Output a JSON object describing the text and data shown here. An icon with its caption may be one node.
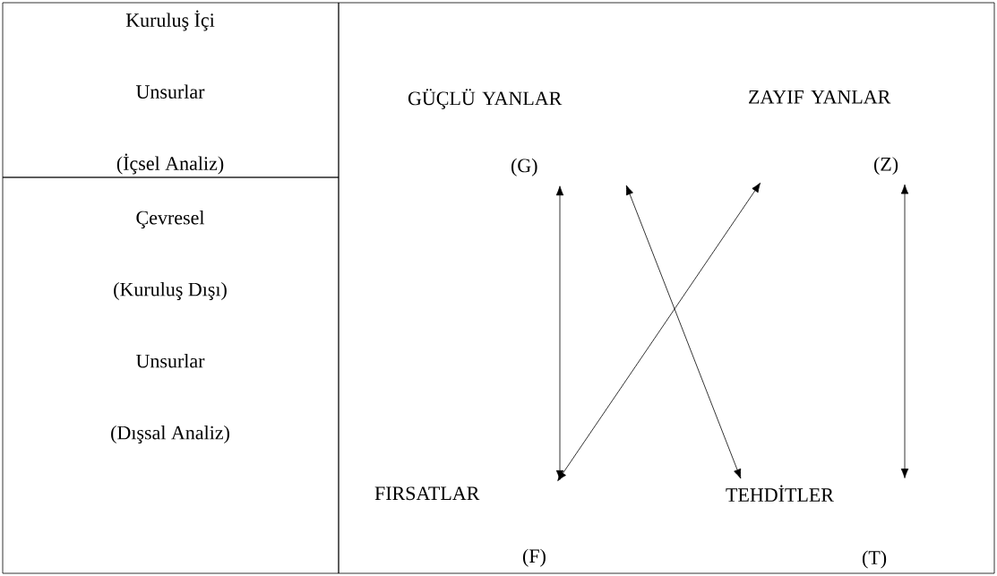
{
  "diagram": {
    "nodes": [
      {
        "text": [
          "Kuruluş İçi",
          "Unsurlar",
          "(İçsel Analiz)"
        ]
      },
      {
        "text": [
          "Çevresel",
          "(Kuruluş Dışı)",
          "Unsurlar",
          "(Dışsal Analiz)"
        ]
      },
      {
        "text": [],
        "shape": "box"
      },
      {
        "text": [
          "GÜÇLÜ YANLAR",
          "(G)"
        ],
        "in": 2
      },
      {
        "text": [
          "ZAYIF YANLAR",
          "(Z)"
        ],
        "in": 2
      },
      {
        "text": [
          "FIRSATLAR",
          "(F)"
        ],
        "in": 2
      },
      {
        "text": [
          "TEHDİTLER",
          "(T)"
        ],
        "in": 2
      }
    ],
    "edges": [
      {
        "from": 3,
        "to": 5,
        "arrow": "both"
      },
      {
        "from": 3,
        "to": 6,
        "arrow": "both"
      },
      {
        "from": 4,
        "to": 5,
        "arrow": "both"
      },
      {
        "from": 4,
        "to": 6,
        "arrow": "both"
      }
    ]
  }
}
